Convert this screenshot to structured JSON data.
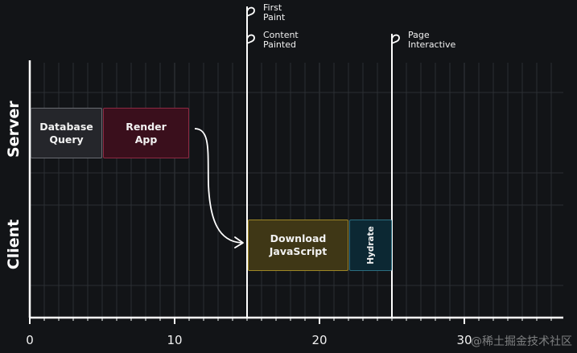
{
  "rows": {
    "server": "Server",
    "client": "Client"
  },
  "axis": {
    "ticks": [
      {
        "value": 0,
        "label": "0"
      },
      {
        "value": 10,
        "label": "10"
      },
      {
        "value": 20,
        "label": "20"
      },
      {
        "value": 30,
        "label": "30"
      }
    ]
  },
  "milestones": [
    {
      "label": "First\nPaint"
    },
    {
      "label": "Content\nPainted"
    },
    {
      "label": "Page\nInteractive"
    }
  ],
  "tasks": [
    {
      "label": "Database\nQuery",
      "start": 0,
      "end": 5,
      "row": "server",
      "fill": "#25262b",
      "border": "#6b6d73"
    },
    {
      "label": "Render\nApp",
      "start": 5,
      "end": 11,
      "row": "server",
      "fill": "#3a0f1c",
      "border": "#8e2a43"
    },
    {
      "label": "Download\nJavaScript",
      "start": 15,
      "end": 22,
      "row": "client",
      "fill": "#3f3716",
      "border": "#9d8626"
    },
    {
      "label": "Hydrate",
      "start": 22,
      "end": 25,
      "row": "client",
      "fill": "#0c2833",
      "border": "#2c6e80"
    }
  ],
  "colors": {
    "background": "#121417",
    "grid": "#2b2e33",
    "axis": "#ffffff"
  },
  "watermark": "@稀土掘金技术社区"
}
